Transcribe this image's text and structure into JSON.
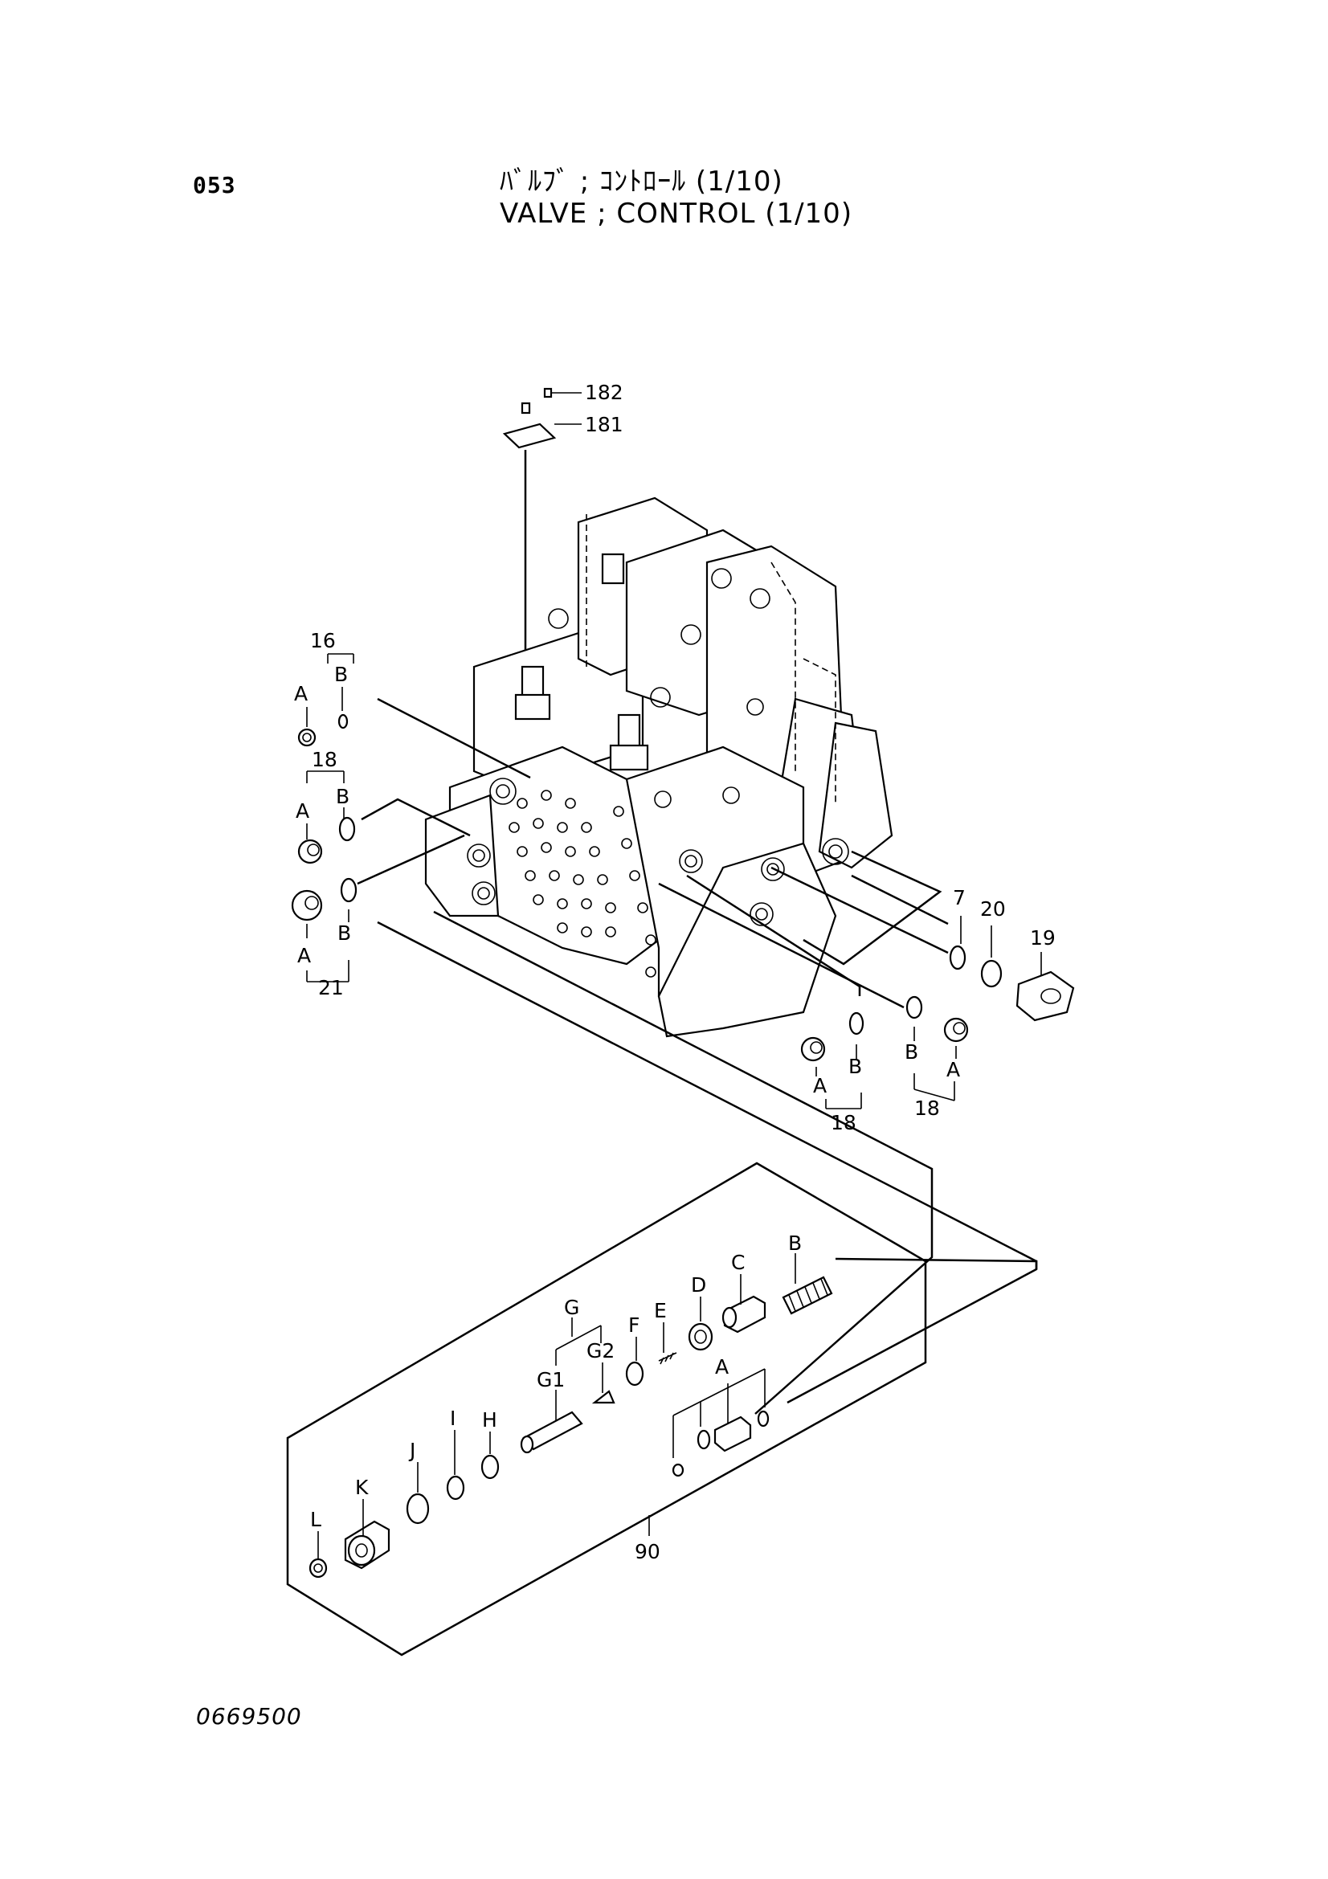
{
  "header": {
    "page_number": "053",
    "title_jp": "ﾊﾞﾙﾌﾞ ; ｺﾝﾄﾛｰﾙ (1/10)",
    "title_en": "VALVE ; CONTROL (1/10)"
  },
  "footer": {
    "drawing_number": "0669500"
  },
  "callouts": {
    "c182": "182",
    "c181": "181",
    "c16": "16",
    "c18_top": "18",
    "c21": "21",
    "c7": "7",
    "c20": "20",
    "c19": "19",
    "c18_mid": "18",
    "c18_right": "18",
    "c90": "90"
  },
  "letters": {
    "A": "A",
    "B": "B",
    "C": "C",
    "D": "D",
    "E": "E",
    "F": "F",
    "G": "G",
    "G1": "G1",
    "G2": "G2",
    "H": "H",
    "I": "I",
    "J": "J",
    "K": "K",
    "L": "L"
  }
}
